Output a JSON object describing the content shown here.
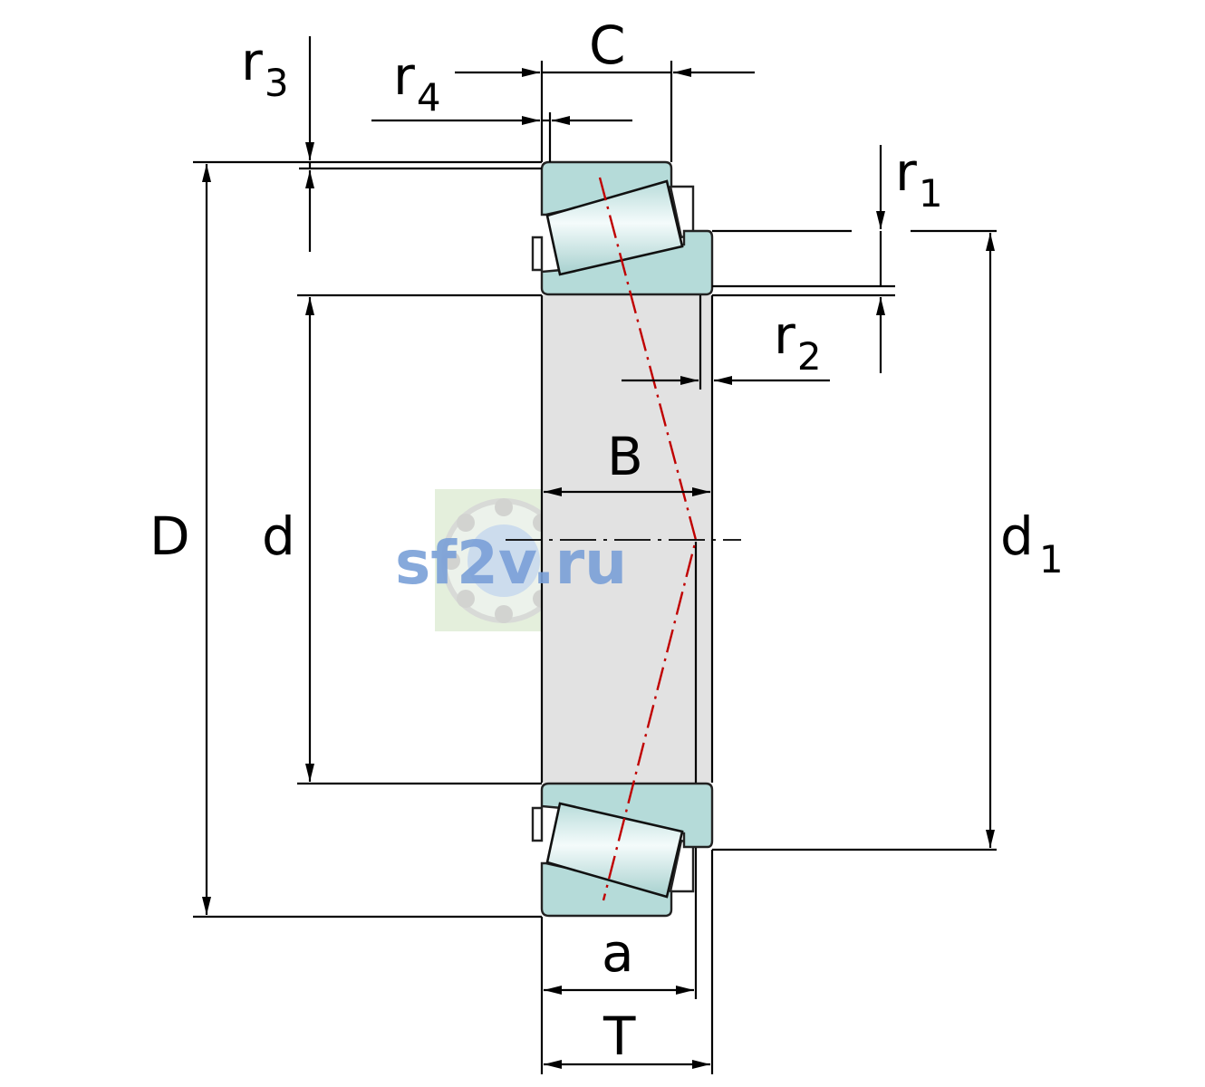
{
  "watermark": {
    "text": "sf2v.ru"
  },
  "labels": {
    "C": "C",
    "r3": "r",
    "r3_sub": "3",
    "r4": "r",
    "r4_sub": "4",
    "r1": "r",
    "r1_sub": "1",
    "r2": "r",
    "r2_sub": "2",
    "B": "B",
    "D": "D",
    "d": "d",
    "d1": "d",
    "d1_sub": "1",
    "a": "a",
    "T": "T"
  },
  "colors": {
    "ring_fill": "#b5dbd9",
    "bore_fill": "#e2e2e2",
    "axis_line": "#c00000",
    "watermark_text": "#7aa0d8",
    "watermark_bg": "#e4efdc"
  }
}
